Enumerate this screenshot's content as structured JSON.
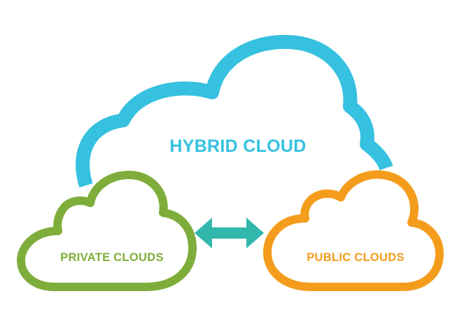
{
  "diagram": {
    "hybrid_cloud": {
      "label": "HYBRID CLOUD",
      "color": "#35c1df"
    },
    "private_clouds": {
      "label": "PRIVATE CLOUDS",
      "color": "#7fad3b"
    },
    "public_clouds": {
      "label": "PUBLIC CLOUDS",
      "color": "#f49c1c"
    },
    "connector": {
      "icon": "double-arrow-icon",
      "color": "#32b7ad"
    }
  }
}
